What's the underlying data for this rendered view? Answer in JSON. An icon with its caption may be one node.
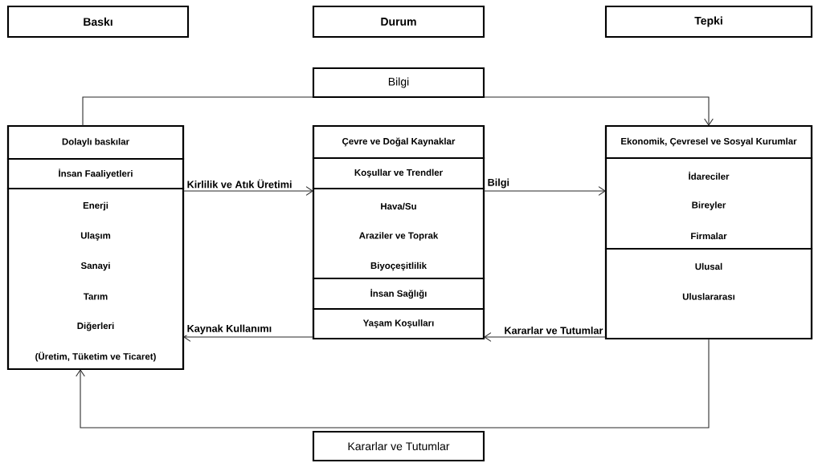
{
  "diagram": {
    "nodes": [
      {
        "text": [
          "Baskı"
        ]
      },
      {
        "text": [
          "Durum"
        ]
      },
      {
        "text": [
          "Tepki"
        ]
      },
      {
        "text": [],
        "shape": "box"
      },
      {
        "text": [
          "Dolaylı baskılar"
        ],
        "in": 3
      },
      {
        "text": [
          "İnsan Faaliyetleri"
        ],
        "in": 3
      },
      {
        "text": [
          "Enerji",
          "Ulaşım",
          "Sanayi",
          "Tarım",
          "Diğerleri",
          "(Üretim, Tüketim ve Ticaret)"
        ],
        "in": 3
      },
      {
        "text": [],
        "shape": "box"
      },
      {
        "text": [
          "Çevre ve Doğal Kaynaklar"
        ],
        "in": 7
      },
      {
        "text": [
          "Koşullar ve Trendler"
        ],
        "in": 7
      },
      {
        "text": [
          "Hava/Su",
          "Araziler ve Toprak",
          "Biyoçeşitlilik"
        ],
        "in": 7
      },
      {
        "text": [
          "İnsan Sağlığı"
        ],
        "in": 7
      },
      {
        "text": [
          "Yaşam Koşulları"
        ],
        "in": 7
      },
      {
        "text": [],
        "shape": "box"
      },
      {
        "text": [
          "Ekonomik, Çevresel ve Sosyal Kurumlar"
        ],
        "in": 13
      },
      {
        "text": [
          "İdareciler",
          "Bireyler",
          "Firmalar"
        ],
        "in": 13
      },
      {
        "text": [
          "Ulusal",
          "Uluslararası"
        ],
        "in": 13
      }
    ],
    "edges": [
      {
        "from": 3,
        "to": 13,
        "arrow": "to",
        "label": "Bilgi"
      },
      {
        "from": 3,
        "to": 7,
        "arrow": "to",
        "label": "Kirlilik ve Atık Üretimi"
      },
      {
        "from": 7,
        "to": 13,
        "arrow": "to",
        "label": "Bilgi"
      },
      {
        "from": 13,
        "to": 7,
        "arrow": "to",
        "label": "Kararlar ve Tutumlar"
      },
      {
        "from": 7,
        "to": 3,
        "arrow": "to",
        "label": "Kaynak Kullanımı"
      },
      {
        "from": 13,
        "to": 3,
        "arrow": "to",
        "label": "Kararlar ve Tutumlar"
      }
    ]
  }
}
